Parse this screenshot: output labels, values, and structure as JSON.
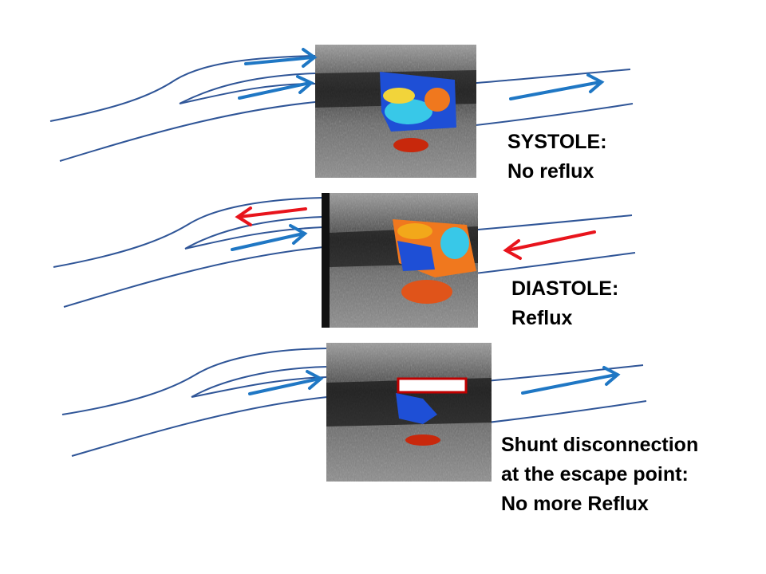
{
  "panels": [
    {
      "id": "systole",
      "caption_lines": [
        "SYSTOLE:",
        "No reflux"
      ],
      "flow": "antegrade"
    },
    {
      "id": "diastole",
      "caption_lines": [
        "DIASTOLE:",
        "Reflux"
      ],
      "flow": "reflux"
    },
    {
      "id": "shunt",
      "caption_lines": [
        "Shunt disconnection",
        "at the escape point:",
        "No more Reflux"
      ],
      "flow": "antegrade",
      "disconnection_marker": true
    }
  ],
  "colors": {
    "vessel_line": "#2f5597",
    "antegrade_arrow": "#1f77c4",
    "reflux_arrow": "#e8141c",
    "marker_border": "#c00000",
    "doppler_blue": "#1e4fd6",
    "doppler_orange": "#f0781e",
    "doppler_cyan": "#38c8e8",
    "doppler_red": "#c8280c"
  },
  "icons": [
    "flow-arrow-icon"
  ]
}
